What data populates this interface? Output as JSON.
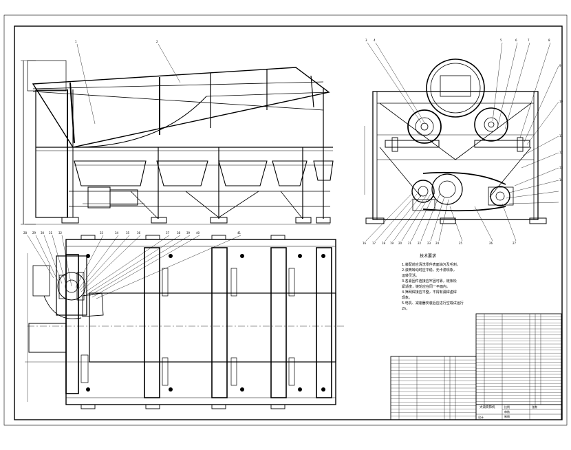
{
  "drawing": {
    "title_block": {
      "drawing_name": "大滚筒筛机",
      "label_scale": "比例",
      "label_sheet": "张数",
      "label_design": "设计",
      "label_check": "审核",
      "label_drawn": "制图"
    },
    "technical_requirements": {
      "heading": "技术要求",
      "lines": [
        "1.装配前应清洗零件表面油污及毛刺。",
        "2.滚筒转动时应平稳，无卡滞现象，",
        "  运转灵活。",
        "3.各紧固件连接应牢固可靠，链条松",
        "  紧适度，链轮应在同一平面内。",
        "4.筛网焊接应平整，不得有漏焊虚焊",
        "  现象。",
        "5.电机、减速器安装后应进行空载试运行",
        "  2h。"
      ]
    },
    "callouts": {
      "front": [
        "1",
        "2"
      ],
      "side_top": [
        "3",
        "4",
        "5",
        "6",
        "7",
        "8",
        "9",
        "10",
        "11",
        "12",
        "13",
        "14"
      ],
      "side_bottom": [
        "16",
        "17",
        "18",
        "19",
        "20",
        "21",
        "22",
        "23",
        "24",
        "25",
        "26",
        "27"
      ],
      "plan": [
        "28",
        "29",
        "30",
        "31",
        "32",
        "33",
        "34",
        "35",
        "36",
        "37",
        "38",
        "39",
        "40",
        "41"
      ]
    },
    "bom_left_rows": 18,
    "bom_right_rows": 30,
    "colors": {
      "line": "#000000",
      "background": "#ffffff"
    }
  }
}
